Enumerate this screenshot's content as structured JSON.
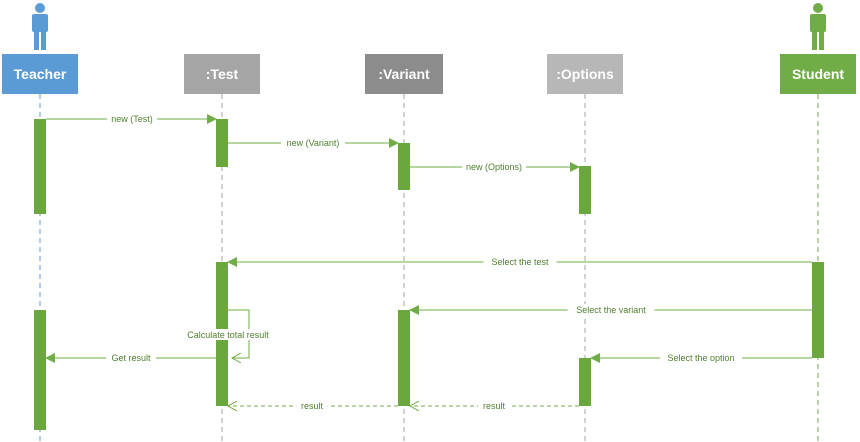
{
  "participants": [
    {
      "id": "teacher",
      "label": "Teacher",
      "kind": "actor",
      "color": "#5b9bd5"
    },
    {
      "id": "test",
      "label": ":Test",
      "kind": "object",
      "color": "#a5a5a5"
    },
    {
      "id": "variant",
      "label": ":Variant",
      "kind": "object",
      "color": "#8c8c8c"
    },
    {
      "id": "options",
      "label": ":Options",
      "kind": "object",
      "color": "#b7b7b7"
    },
    {
      "id": "student",
      "label": "Student",
      "kind": "actor",
      "color": "#70ad47"
    }
  ],
  "messages": [
    {
      "from": "teacher",
      "to": "test",
      "label": "new (Test)",
      "style": "sync"
    },
    {
      "from": "test",
      "to": "variant",
      "label": "new (Variant)",
      "style": "sync"
    },
    {
      "from": "variant",
      "to": "options",
      "label": "new (Options)",
      "style": "sync"
    },
    {
      "from": "student",
      "to": "test",
      "label": "Select the test",
      "style": "sync"
    },
    {
      "from": "student",
      "to": "variant",
      "label": "Select the variant",
      "style": "sync"
    },
    {
      "from": "test",
      "to": "test",
      "label": "Calculate total result",
      "style": "self"
    },
    {
      "from": "student",
      "to": "options",
      "label": "Select the option",
      "style": "sync"
    },
    {
      "from": "test",
      "to": "teacher",
      "label": "Get result",
      "style": "sync"
    },
    {
      "from": "variant",
      "to": "test",
      "label": "result",
      "style": "return"
    },
    {
      "from": "options",
      "to": "variant",
      "label": "result",
      "style": "return"
    }
  ],
  "colors": {
    "activation": "#6aa83e",
    "message_line": "#70ad47",
    "lifeline": "#a6a6a6",
    "teacher_lifeline": "#5b9bd5",
    "student_lifeline": "#70ad47"
  }
}
